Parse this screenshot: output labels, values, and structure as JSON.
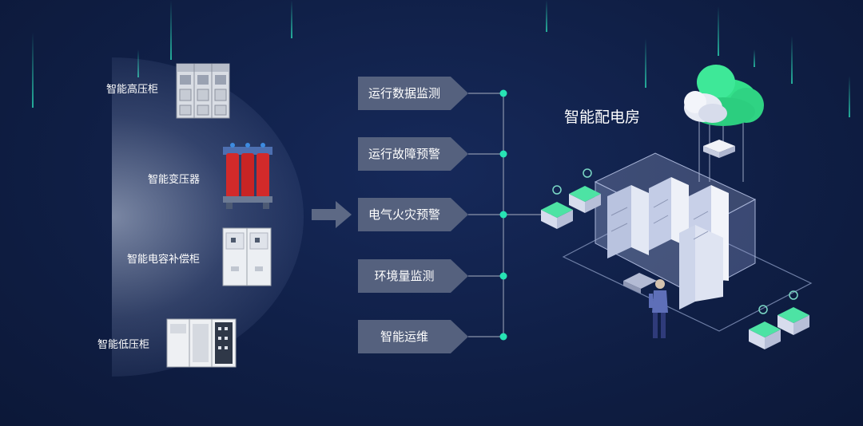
{
  "devices": [
    {
      "label": "智能高压柜",
      "icon": "high-voltage-cabinet"
    },
    {
      "label": "智能变压器",
      "icon": "transformer"
    },
    {
      "label": "智能电容补偿柜",
      "icon": "capacitor-compensation-cabinet"
    },
    {
      "label": "智能低压柜",
      "icon": "low-voltage-cabinet"
    }
  ],
  "features": [
    {
      "label": "运行数据监测"
    },
    {
      "label": "运行故障预警"
    },
    {
      "label": "电气火灾预警"
    },
    {
      "label": "环境量监测"
    },
    {
      "label": "智能运维"
    }
  ],
  "room": {
    "title": "智能配电房"
  },
  "colors": {
    "background": "#0f1e44",
    "accent": "#27e3b4",
    "feature_box": "#55617e",
    "cloud": "#33e08a"
  }
}
